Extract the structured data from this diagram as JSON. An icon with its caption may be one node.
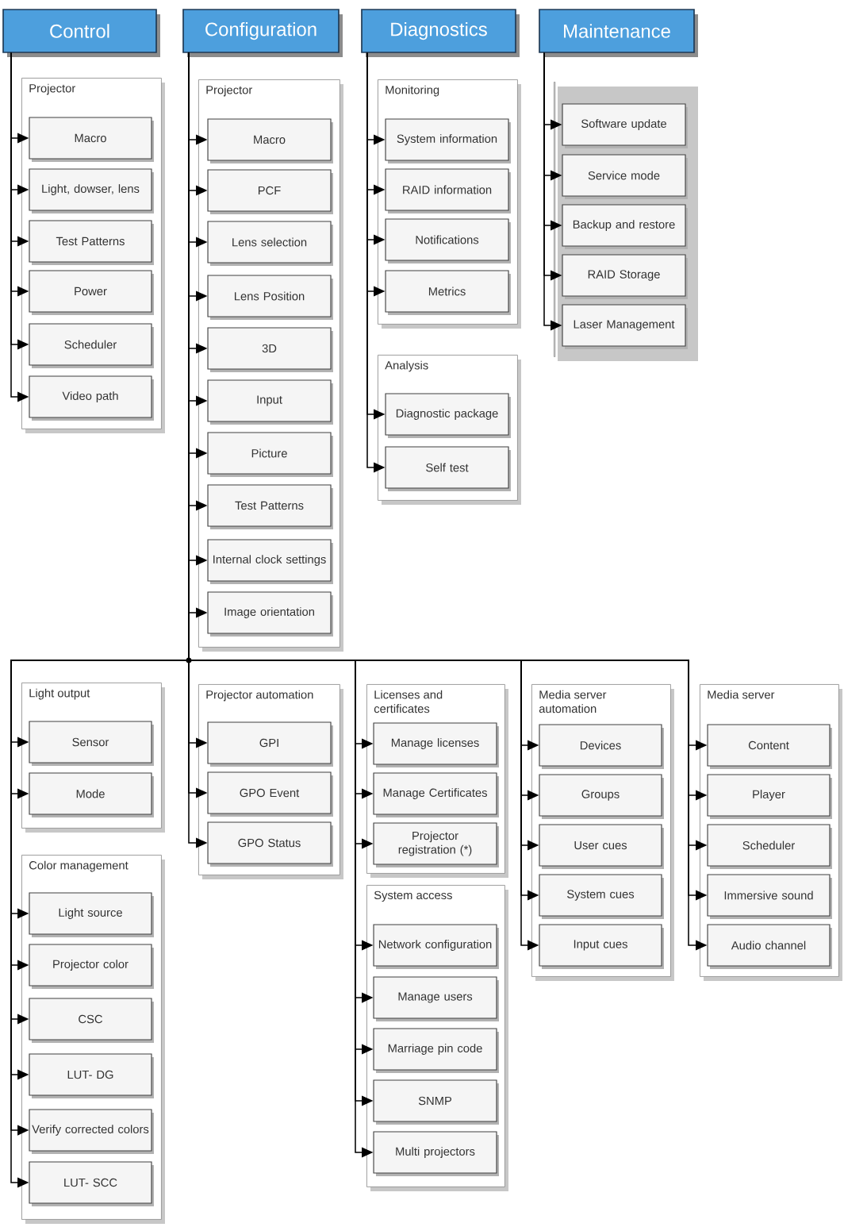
{
  "diagram": {
    "nodes": [
      {
        "text": [
          "Control"
        ]
      },
      {
        "text": [
          "Configuration"
        ]
      },
      {
        "text": [
          "Diagnostics"
        ]
      },
      {
        "text": [
          "Maintenance"
        ]
      },
      {
        "text": [
          "Projector"
        ]
      },
      {
        "text": [
          "Macro"
        ],
        "in": 4
      },
      {
        "text": [
          "Light, dowser, lens"
        ],
        "in": 4
      },
      {
        "text": [
          "Test Patterns"
        ],
        "in": 4
      },
      {
        "text": [
          "Power"
        ],
        "in": 4
      },
      {
        "text": [
          "Scheduler"
        ],
        "in": 4
      },
      {
        "text": [
          "Video path"
        ],
        "in": 4
      },
      {
        "text": [
          "Projector"
        ]
      },
      {
        "text": [
          "Macro"
        ],
        "in": 11
      },
      {
        "text": [
          "PCF"
        ],
        "in": 11
      },
      {
        "text": [
          "Lens selection"
        ],
        "in": 11
      },
      {
        "text": [
          "Lens Position"
        ],
        "in": 11
      },
      {
        "text": [
          "3D"
        ],
        "in": 11
      },
      {
        "text": [
          "Input"
        ],
        "in": 11
      },
      {
        "text": [
          "Picture"
        ],
        "in": 11
      },
      {
        "text": [
          "Test Patterns"
        ],
        "in": 11
      },
      {
        "text": [
          "Internal clock settings"
        ],
        "in": 11
      },
      {
        "text": [
          "Image orientation"
        ],
        "in": 11
      },
      {
        "text": [
          "Monitoring"
        ]
      },
      {
        "text": [
          "System information"
        ],
        "in": 22
      },
      {
        "text": [
          "RAID information"
        ],
        "in": 22
      },
      {
        "text": [
          "Notifications"
        ],
        "in": 22
      },
      {
        "text": [
          "Metrics"
        ],
        "in": 22
      },
      {
        "text": [
          "Analysis"
        ]
      },
      {
        "text": [
          "Diagnostic package"
        ],
        "in": 27
      },
      {
        "text": [
          "Self test"
        ],
        "in": 27
      },
      {
        "text": [],
        "shape": "box"
      },
      {
        "text": [
          "Software update"
        ],
        "in": 30
      },
      {
        "text": [
          "Service mode"
        ],
        "in": 30
      },
      {
        "text": [
          "Backup and restore"
        ],
        "in": 30
      },
      {
        "text": [
          "RAID Storage"
        ],
        "in": 30
      },
      {
        "text": [
          "Laser Management"
        ],
        "in": 30
      },
      {
        "text": [
          "Light output"
        ]
      },
      {
        "text": [
          "Sensor"
        ],
        "in": 36
      },
      {
        "text": [
          "Mode"
        ],
        "in": 36
      },
      {
        "text": [
          "Color management"
        ]
      },
      {
        "text": [
          "Light source"
        ],
        "in": 39
      },
      {
        "text": [
          "Projector color"
        ],
        "in": 39
      },
      {
        "text": [
          "CSC"
        ],
        "in": 39
      },
      {
        "text": [
          "LUT- DG"
        ],
        "in": 39
      },
      {
        "text": [
          "Verify corrected colors"
        ],
        "in": 39
      },
      {
        "text": [
          "LUT- SCC"
        ],
        "in": 39
      },
      {
        "text": [
          "Projector automation"
        ]
      },
      {
        "text": [
          "GPI"
        ],
        "in": 46
      },
      {
        "text": [
          "GPO Event"
        ],
        "in": 46
      },
      {
        "text": [
          "GPO Status"
        ],
        "in": 46
      },
      {
        "text": [
          "Licenses and certificates"
        ]
      },
      {
        "text": [
          "Manage licenses"
        ],
        "in": 50
      },
      {
        "text": [
          "Manage Certificates"
        ],
        "in": 50
      },
      {
        "text": [
          "Projector registration (*)"
        ],
        "in": 50
      },
      {
        "text": [
          "System access"
        ]
      },
      {
        "text": [
          "Network configuration"
        ],
        "in": 54
      },
      {
        "text": [
          "Manage users"
        ],
        "in": 54
      },
      {
        "text": [
          "Marriage pin code"
        ],
        "in": 54
      },
      {
        "text": [
          "SNMP"
        ],
        "in": 54
      },
      {
        "text": [
          "Multi projectors"
        ],
        "in": 54
      },
      {
        "text": [
          "Media server automation"
        ]
      },
      {
        "text": [
          "Devices"
        ],
        "in": 60
      },
      {
        "text": [
          "Groups"
        ],
        "in": 60
      },
      {
        "text": [
          "User cues"
        ],
        "in": 60
      },
      {
        "text": [
          "System cues"
        ],
        "in": 60
      },
      {
        "text": [
          "Input cues"
        ],
        "in": 60
      },
      {
        "text": [
          "Media server"
        ]
      },
      {
        "text": [
          "Content"
        ],
        "in": 66
      },
      {
        "text": [
          "Player"
        ],
        "in": 66
      },
      {
        "text": [
          "Scheduler"
        ],
        "in": 66
      },
      {
        "text": [
          "Immersive sound"
        ],
        "in": 66
      },
      {
        "text": [
          "Audio channel"
        ],
        "in": 66
      }
    ],
    "edges": [
      {
        "from": 0,
        "to": 5,
        "arrow": "to"
      },
      {
        "from": 0,
        "to": 6,
        "arrow": "to"
      },
      {
        "from": 0,
        "to": 7,
        "arrow": "to"
      },
      {
        "from": 0,
        "to": 8,
        "arrow": "to"
      },
      {
        "from": 0,
        "to": 9,
        "arrow": "to"
      },
      {
        "from": 0,
        "to": 10,
        "arrow": "to"
      },
      {
        "from": 1,
        "to": 12,
        "arrow": "to"
      },
      {
        "from": 1,
        "to": 13,
        "arrow": "to"
      },
      {
        "from": 1,
        "to": 14,
        "arrow": "to"
      },
      {
        "from": 1,
        "to": 15,
        "arrow": "to"
      },
      {
        "from": 1,
        "to": 16,
        "arrow": "to"
      },
      {
        "from": 1,
        "to": 17,
        "arrow": "to"
      },
      {
        "from": 1,
        "to": 18,
        "arrow": "to"
      },
      {
        "from": 1,
        "to": 19,
        "arrow": "to"
      },
      {
        "from": 1,
        "to": 20,
        "arrow": "to"
      },
      {
        "from": 1,
        "to": 21,
        "arrow": "to"
      },
      {
        "from": 2,
        "to": 23,
        "arrow": "to"
      },
      {
        "from": 2,
        "to": 24,
        "arrow": "to"
      },
      {
        "from": 2,
        "to": 25,
        "arrow": "to"
      },
      {
        "from": 2,
        "to": 26,
        "arrow": "to"
      },
      {
        "from": 2,
        "to": 28,
        "arrow": "to"
      },
      {
        "from": 2,
        "to": 29,
        "arrow": "to"
      },
      {
        "from": 3,
        "to": 31,
        "arrow": "to"
      },
      {
        "from": 3,
        "to": 32,
        "arrow": "to"
      },
      {
        "from": 3,
        "to": 33,
        "arrow": "to"
      },
      {
        "from": 3,
        "to": 34,
        "arrow": "to"
      },
      {
        "from": 3,
        "to": 35,
        "arrow": "to"
      },
      {
        "from": 1,
        "to": 37,
        "arrow": "to"
      },
      {
        "from": 1,
        "to": 38,
        "arrow": "to"
      },
      {
        "from": 1,
        "to": 40,
        "arrow": "to"
      },
      {
        "from": 1,
        "to": 41,
        "arrow": "to"
      },
      {
        "from": 1,
        "to": 42,
        "arrow": "to"
      },
      {
        "from": 1,
        "to": 43,
        "arrow": "to"
      },
      {
        "from": 1,
        "to": 44,
        "arrow": "to"
      },
      {
        "from": 1,
        "to": 45,
        "arrow": "to"
      },
      {
        "from": 1,
        "to": 47,
        "arrow": "to"
      },
      {
        "from": 1,
        "to": 48,
        "arrow": "to"
      },
      {
        "from": 1,
        "to": 49,
        "arrow": "to"
      },
      {
        "from": 1,
        "to": 51,
        "arrow": "to"
      },
      {
        "from": 1,
        "to": 52,
        "arrow": "to"
      },
      {
        "from": 1,
        "to": 53,
        "arrow": "to"
      },
      {
        "from": 1,
        "to": 55,
        "arrow": "to"
      },
      {
        "from": 1,
        "to": 56,
        "arrow": "to"
      },
      {
        "from": 1,
        "to": 57,
        "arrow": "to"
      },
      {
        "from": 1,
        "to": 58,
        "arrow": "to"
      },
      {
        "from": 1,
        "to": 59,
        "arrow": "to"
      },
      {
        "from": 1,
        "to": 61,
        "arrow": "to"
      },
      {
        "from": 1,
        "to": 62,
        "arrow": "to"
      },
      {
        "from": 1,
        "to": 63,
        "arrow": "to"
      },
      {
        "from": 1,
        "to": 64,
        "arrow": "to"
      },
      {
        "from": 1,
        "to": 65,
        "arrow": "to"
      },
      {
        "from": 1,
        "to": 67,
        "arrow": "to"
      },
      {
        "from": 1,
        "to": 68,
        "arrow": "to"
      },
      {
        "from": 1,
        "to": 69,
        "arrow": "to"
      },
      {
        "from": 1,
        "to": 70,
        "arrow": "to"
      },
      {
        "from": 1,
        "to": 71,
        "arrow": "to"
      }
    ]
  }
}
